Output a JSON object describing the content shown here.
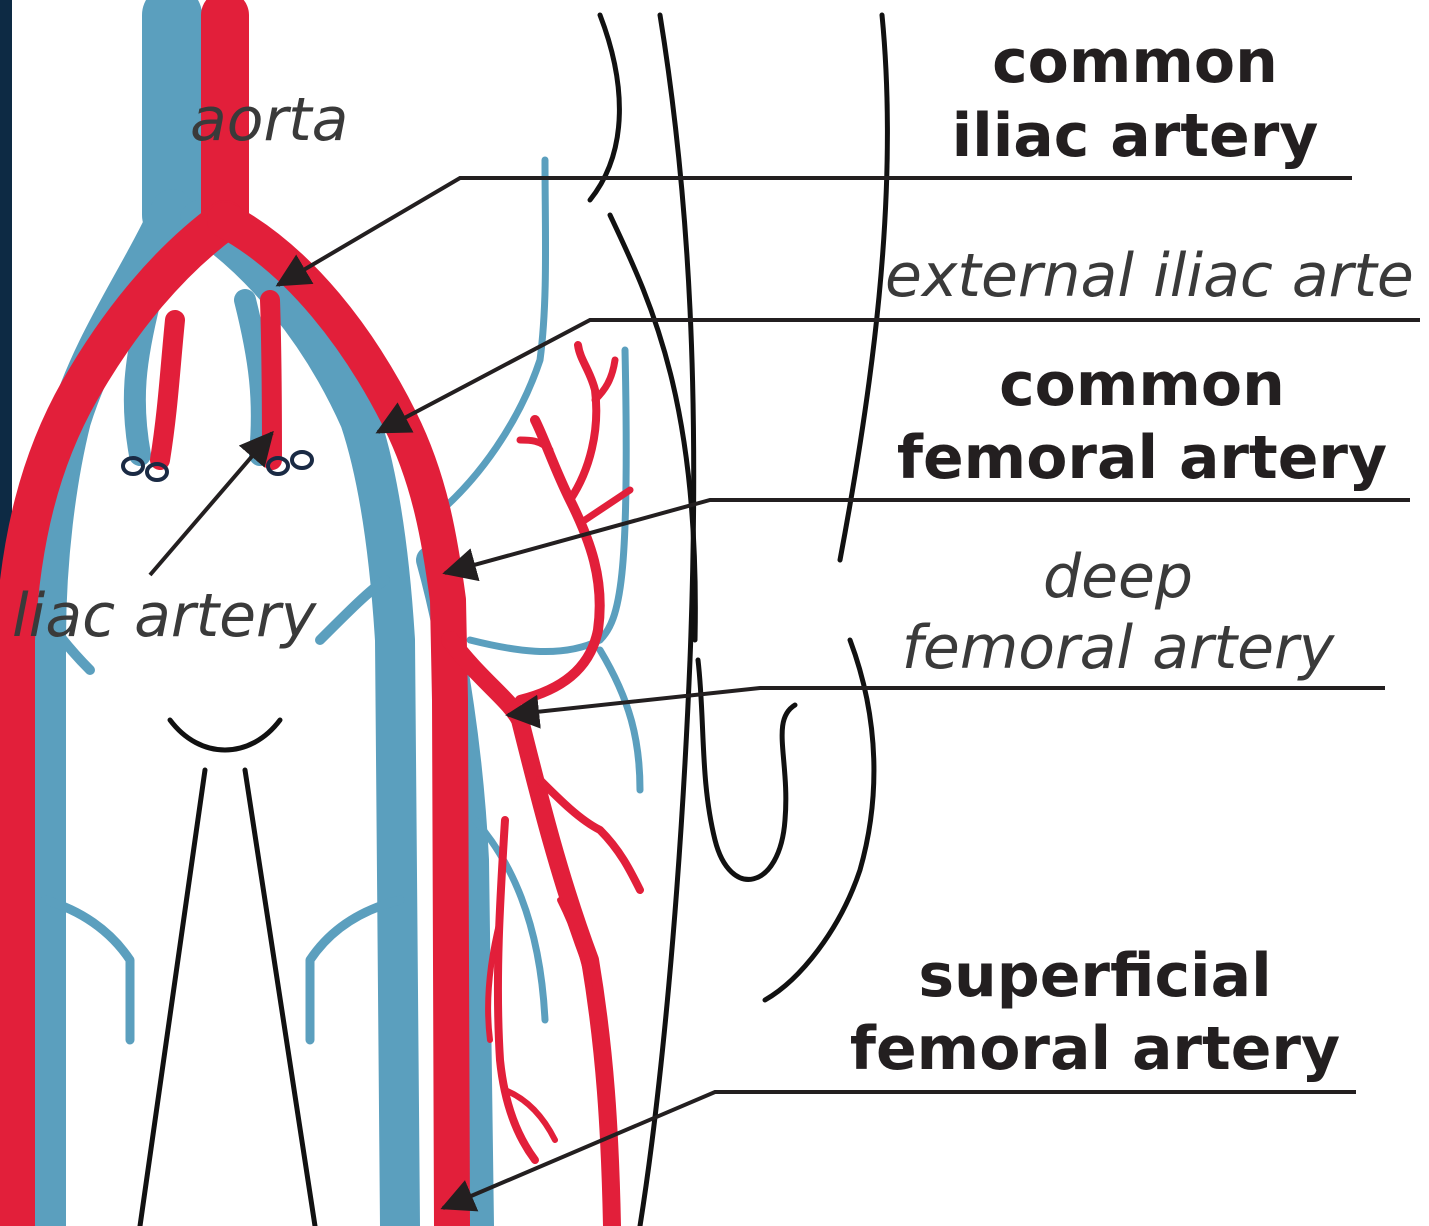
{
  "diagram": {
    "labels": {
      "aorta": "aorta",
      "common_iliac_line1": "common",
      "common_iliac_line2": "iliac artery",
      "external_iliac": "external iliac arte",
      "common_femoral_line1": "common",
      "common_femoral_line2": "femoral artery",
      "deep_femoral_line1": "deep",
      "deep_femoral_line2": "femoral artery",
      "internal_iliac": "liac artery",
      "superficial_femoral_line1": "superficial",
      "superficial_femoral_line2": "femoral artery"
    },
    "colors": {
      "artery": "#e21f3a",
      "vein": "#5b9fbe",
      "outline": "#111111",
      "frame": "#0d2a44",
      "background": "#ffffff"
    }
  }
}
